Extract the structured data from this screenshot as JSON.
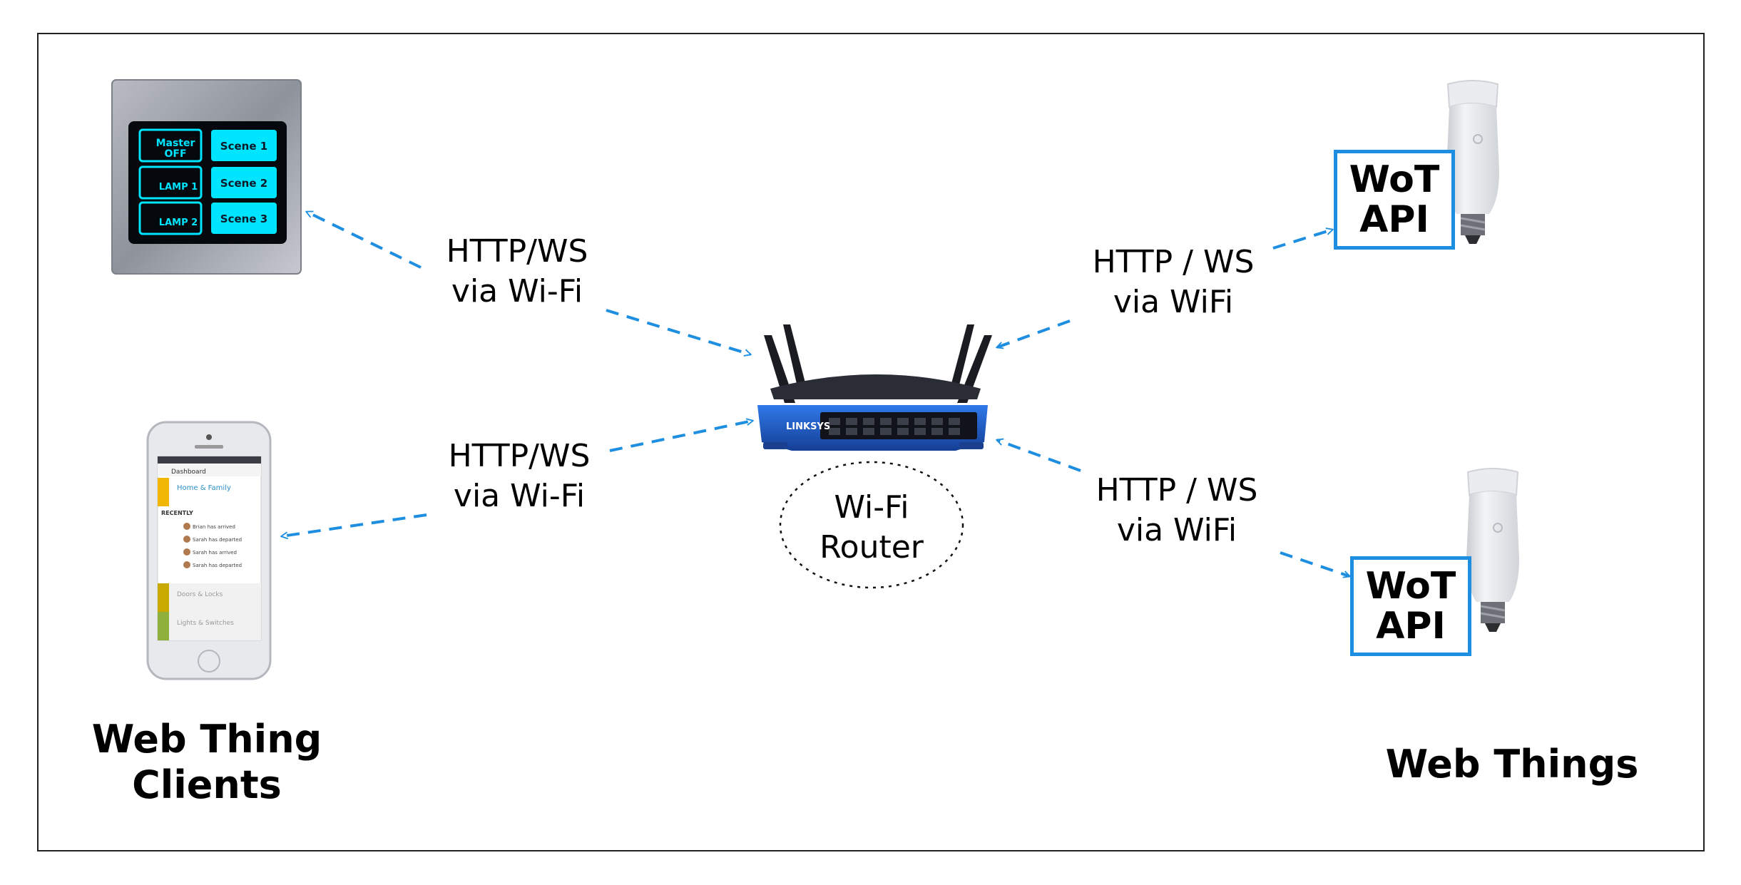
{
  "labels": {
    "link_top_left": [
      "HTTP/WS",
      "via Wi-Fi"
    ],
    "link_bottom_left": [
      "HTTP/WS",
      "via Wi-Fi"
    ],
    "link_top_right": [
      "HTTP / WS",
      "via WiFi"
    ],
    "link_bottom_right": [
      "HTTP / WS",
      "via WiFi"
    ],
    "router": [
      "Wi-Fi",
      "Router"
    ],
    "clients_group": [
      "Web Thing",
      "Clients"
    ],
    "things_group": "Web Things"
  },
  "wall_panel": {
    "master": [
      "Master",
      "OFF"
    ],
    "lamp1": "LAMP 1",
    "lamp2": "LAMP 2",
    "scene1": "Scene 1",
    "scene2": "Scene 2",
    "scene3": "Scene 3"
  },
  "phone": {
    "header": "Dashboard",
    "group": "Home & Family",
    "recently": "RECENTLY",
    "rows": [
      "Brian has arrived",
      "Sarah has departed",
      "Sarah has arrived",
      "Sarah has departed"
    ],
    "card1": "Doors & Locks",
    "card2": "Lights & Switches"
  },
  "router_brand": "LINKSYS",
  "api_top": [
    "WoT",
    "API"
  ],
  "api_bottom": [
    "WoT",
    "API"
  ],
  "colors": {
    "arrow": "#1e8fe0",
    "panel_button": "#00e5ff",
    "router": "#1f5fd0"
  }
}
